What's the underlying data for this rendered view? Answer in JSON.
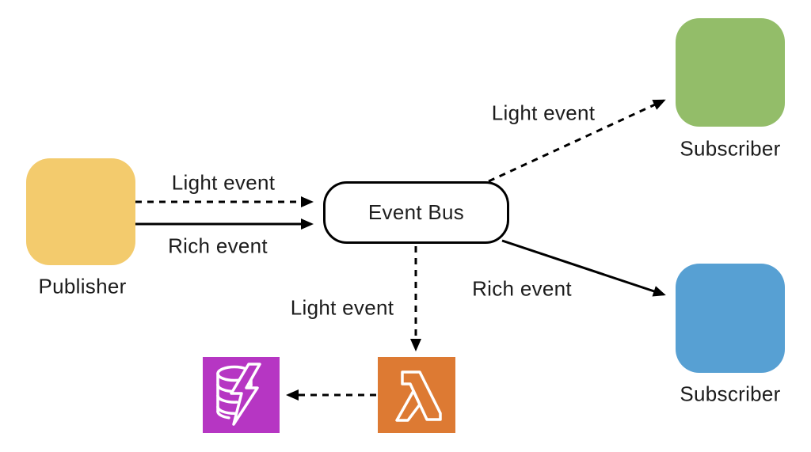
{
  "diagram": {
    "type": "event-driven-architecture",
    "background_color": "#ffffff",
    "line_color": "#000000",
    "text_color": "#1c1c1c"
  },
  "nodes": {
    "publisher": {
      "label": "Publisher",
      "color": "#F3CB6D"
    },
    "event_bus": {
      "label": "Event Bus",
      "fill": "#FFFFFF",
      "border_color": "#000000"
    },
    "subscriber_top": {
      "label": "Subscriber",
      "color": "#93BD69"
    },
    "subscriber_bottom": {
      "label": "Subscriber",
      "color": "#57A0D3"
    },
    "lambda_function": {
      "icon": "lambda-icon",
      "color": "#DD7A33",
      "glyph": "λ"
    },
    "event_store": {
      "icon": "database-lightning-icon",
      "color": "#B636C3"
    }
  },
  "edges": {
    "publisher_to_bus_light": {
      "label": "Light event",
      "style": "dashed"
    },
    "publisher_to_bus_rich": {
      "label": "Rich event",
      "style": "solid"
    },
    "bus_to_subscriber_top": {
      "label": "Light event",
      "style": "dashed"
    },
    "bus_to_subscriber_bottom": {
      "label": "Rich event",
      "style": "solid"
    },
    "bus_to_lambda": {
      "label": "Light event",
      "style": "dashed"
    },
    "lambda_to_event_store": {
      "label": "",
      "style": "dashed"
    }
  }
}
